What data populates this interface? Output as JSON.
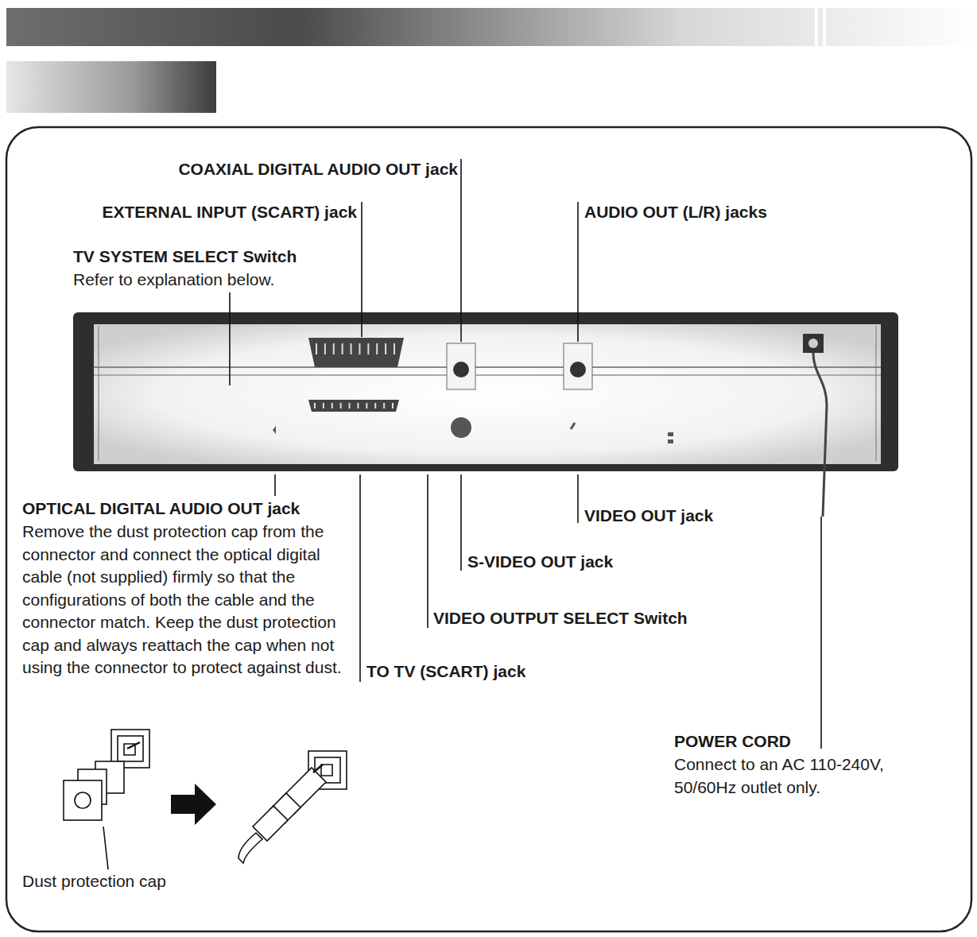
{
  "diagram": {
    "labels": [
      "COAXIAL DIGITAL AUDIO OUT jack",
      "EXTERNAL INPUT (SCART) jack",
      "AUDIO OUT (L/R) jacks",
      "TV SYSTEM SELECT Switch",
      "Refer to explanation below.",
      "OPTICAL DIGITAL AUDIO OUT jack",
      "Remove the dust protection cap from the connector and connect the optical digital cable (not supplied) firmly so that the configurations of both the cable and the connector match. Keep the dust protection cap and always reattach the cap when not using the connector to protect against dust.",
      "VIDEO OUT jack",
      "S-VIDEO OUT jack",
      "VIDEO OUTPUT SELECT Switch",
      "TO TV (SCART) jack",
      "POWER CORD",
      "Connect to an AC 110-240V, 50/60Hz outlet only.",
      "Dust protection cap"
    ]
  }
}
